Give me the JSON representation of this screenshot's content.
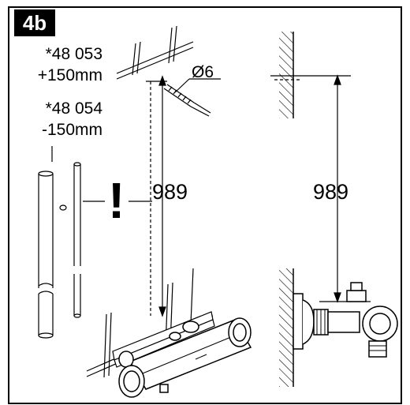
{
  "step_label": "4b",
  "extensions": [
    {
      "code": "*48 053",
      "length": "+150mm"
    },
    {
      "code": "*48 054",
      "length": "-150mm"
    }
  ],
  "drill_diameter": "Ø6",
  "dimension_front": "989",
  "dimension_side": "989",
  "warning_symbol": "!",
  "colors": {
    "line": "#000000",
    "background": "#ffffff",
    "badge": "#000000"
  }
}
